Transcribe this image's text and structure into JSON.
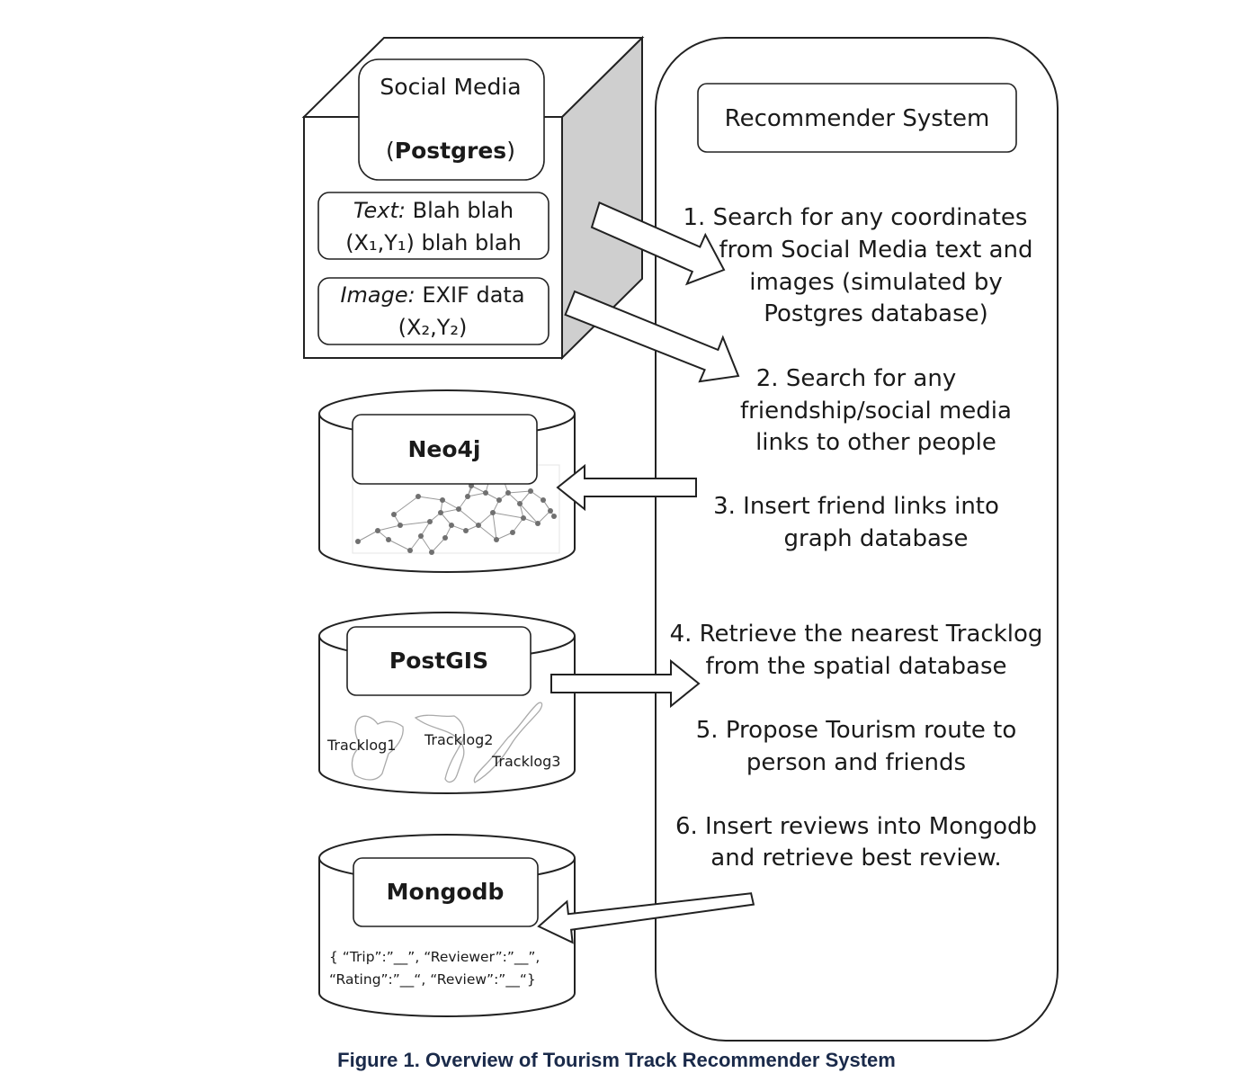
{
  "social_media": {
    "title": "Social Media",
    "db_label": "Postgres",
    "text_box": {
      "label": "Text:",
      "line1_rest": " Blah  blah",
      "line2": "(X₁,Y₁) blah blah"
    },
    "image_box": {
      "label": "Image:",
      "line1_rest": " EXIF data",
      "line2": "(X₂,Y₂)"
    }
  },
  "neo4j": {
    "label": "Neo4j"
  },
  "postgis": {
    "label": "PostGIS",
    "tracklogs": [
      "Tracklog1",
      "Tracklog2",
      "Tracklog3"
    ]
  },
  "mongodb": {
    "label": "Mongodb",
    "doc_line1": "{ “Trip”:”__”, “Reviewer”:”__”,",
    "doc_line2": "“Rating”:”__“, “Review”:”__“}"
  },
  "recommender": {
    "title": "Recommender System",
    "step1": [
      "1.   Search for any coordinates",
      "from Social Media text and",
      "images (simulated by",
      "Postgres database)"
    ],
    "step2": [
      "2.   Search for any",
      "friendship/social media",
      "links to other people"
    ],
    "step3": [
      "3.   Insert friend links into",
      "graph database"
    ],
    "step4": [
      "4. Retrieve the nearest Tracklog",
      "from the spatial database"
    ],
    "step5": [
      "5. Propose Tourism route to",
      "person and friends"
    ],
    "step6": [
      "6. Insert reviews into Mongodb",
      "and retrieve best review."
    ]
  },
  "caption": "Figure 1. Overview of Tourism Track Recommender System"
}
